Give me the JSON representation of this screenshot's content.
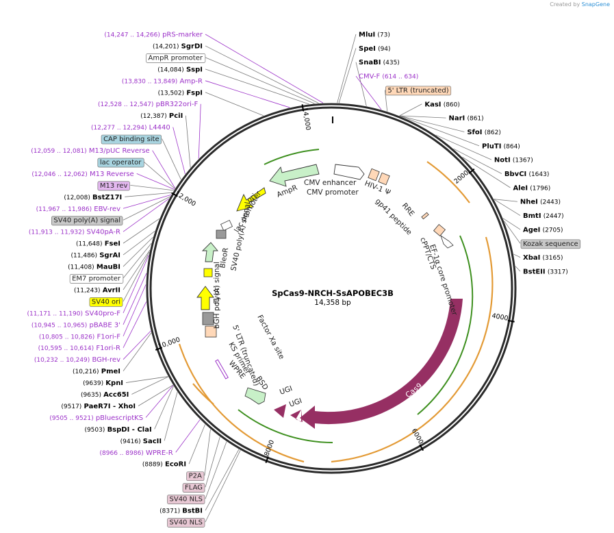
{
  "plasmid": {
    "name": "SpCas9-NRCH-SsAPOBEC3B",
    "length": "14,358 bp",
    "total": 14358
  },
  "brand": {
    "created_by": "Created by",
    "app": "SnapGene"
  },
  "colors": {
    "enzyme": "#000000",
    "primer": "#9b30c8",
    "backbone": "#2a2a2a",
    "cas9": "#962f63",
    "ugi": "#962f63",
    "ori": "#ffff00",
    "marker_green": "#c8f0c8",
    "promoter": "#ffffff",
    "feature_peach": "#ffd8b8",
    "orf_orange": "#e39a35",
    "orf_green": "#3d8f1e",
    "tag_pink": "#e8c8d4",
    "tag_blue": "#a8d4e0",
    "tag_purple": "#e4b8f0",
    "tag_gray": "#c8c8c8",
    "tag_yellow": "#ffff00"
  },
  "ticks": [
    {
      "pos": 2000,
      "label": "2000"
    },
    {
      "pos": 4000,
      "label": "4000"
    },
    {
      "pos": 6000,
      "label": "6000"
    },
    {
      "pos": 8000,
      "label": "8000"
    },
    {
      "pos": 10000,
      "label": "10,000"
    },
    {
      "pos": 12000,
      "label": "12,000"
    },
    {
      "pos": 14000,
      "label": "14,000"
    }
  ],
  "labels": [
    {
      "kind": "primer",
      "pos": 14256,
      "side": "L",
      "range": "(14,247 .. 14,266)",
      "name": "pRS-marker"
    },
    {
      "kind": "enzyme",
      "pos": 14201,
      "side": "L",
      "range": "(14,201)",
      "name": "SgrDI"
    },
    {
      "kind": "feature",
      "pos": 14150,
      "side": "L",
      "range": "",
      "name": "AmpR promoter",
      "style": "box-white"
    },
    {
      "kind": "enzyme",
      "pos": 14084,
      "side": "L",
      "range": "(14,084)",
      "name": "SspI"
    },
    {
      "kind": "primer",
      "pos": 13840,
      "side": "L",
      "range": "(13,830 .. 13,849)",
      "name": "Amp-R"
    },
    {
      "kind": "enzyme",
      "pos": 13502,
      "side": "L",
      "range": "(13,502)",
      "name": "FspI"
    },
    {
      "kind": "primer",
      "pos": 12537,
      "side": "L",
      "range": "(12,528 .. 12,547)",
      "name": "pBR322ori-F"
    },
    {
      "kind": "enzyme",
      "pos": 12387,
      "side": "L",
      "range": "(12,387)",
      "name": "PciI"
    },
    {
      "kind": "primer",
      "pos": 12285,
      "side": "L",
      "range": "(12,277 .. 12,294)",
      "name": "L4440"
    },
    {
      "kind": "feature",
      "pos": 12200,
      "side": "L",
      "range": "",
      "name": "CAP binding site",
      "style": "box-blue"
    },
    {
      "kind": "primer",
      "pos": 12070,
      "side": "L",
      "range": "(12,059 .. 12,081)",
      "name": "M13/pUC Reverse"
    },
    {
      "kind": "feature",
      "pos": 12065,
      "side": "L",
      "range": "",
      "name": "lac operator",
      "style": "box-blue"
    },
    {
      "kind": "primer",
      "pos": 12054,
      "side": "L",
      "range": "(12,046 .. 12,062)",
      "name": "M13 Reverse"
    },
    {
      "kind": "feature",
      "pos": 12040,
      "side": "L",
      "range": "",
      "name": "M13 rev",
      "style": "box-purple"
    },
    {
      "kind": "enzyme",
      "pos": 12008,
      "side": "L",
      "range": "(12,008)",
      "name": "BstZ17I"
    },
    {
      "kind": "primer",
      "pos": 11976,
      "side": "L",
      "range": "(11,967 .. 11,986)",
      "name": "EBV-rev"
    },
    {
      "kind": "feature",
      "pos": 11950,
      "side": "L",
      "range": "",
      "name": "SV40 poly(A) signal",
      "style": "box-gray"
    },
    {
      "kind": "primer",
      "pos": 11922,
      "side": "L",
      "range": "(11,913 .. 11,932)",
      "name": "SV40pA-R"
    },
    {
      "kind": "enzyme",
      "pos": 11648,
      "side": "L",
      "range": "(11,648)",
      "name": "FseI"
    },
    {
      "kind": "enzyme",
      "pos": 11486,
      "side": "L",
      "range": "(11,486)",
      "name": "SgrAI"
    },
    {
      "kind": "enzyme",
      "pos": 11408,
      "side": "L",
      "range": "(11,408)",
      "name": "MauBI"
    },
    {
      "kind": "feature",
      "pos": 11330,
      "side": "L",
      "range": "",
      "name": "EM7 promoter",
      "style": "box-white"
    },
    {
      "kind": "enzyme",
      "pos": 11243,
      "side": "L",
      "range": "(11,243)",
      "name": "AvrII"
    },
    {
      "kind": "feature",
      "pos": 11220,
      "side": "L",
      "range": "",
      "name": "SV40 ori",
      "style": "box-yellow"
    },
    {
      "kind": "primer",
      "pos": 11180,
      "side": "L",
      "range": "(11,171 .. 11,190)",
      "name": "SV40pro-F"
    },
    {
      "kind": "primer",
      "pos": 10955,
      "side": "L",
      "range": "(10,945 .. 10,965)",
      "name": "pBABE 3'"
    },
    {
      "kind": "primer",
      "pos": 10815,
      "side": "L",
      "range": "(10,805 .. 10,826)",
      "name": "F1ori-F"
    },
    {
      "kind": "primer",
      "pos": 10604,
      "side": "L",
      "range": "(10,595 .. 10,614)",
      "name": "F1ori-R"
    },
    {
      "kind": "primer",
      "pos": 10240,
      "side": "L",
      "range": "(10,232 .. 10,249)",
      "name": "BGH-rev"
    },
    {
      "kind": "enzyme",
      "pos": 10216,
      "side": "L",
      "range": "(10,216)",
      "name": "PmeI"
    },
    {
      "kind": "enzyme",
      "pos": 9639,
      "side": "L",
      "range": "(9639)",
      "name": "KpnI"
    },
    {
      "kind": "enzyme",
      "pos": 9635,
      "side": "L",
      "range": "(9635)",
      "name": "Acc65I"
    },
    {
      "kind": "primer",
      "pos": 9513,
      "side": "L",
      "range": "(9505 .. 9521)",
      "name": "pBluescriptKS"
    },
    {
      "kind": "enzyme",
      "pos": 9517,
      "side": "L",
      "range": "(9517)",
      "name": "PaeR7I",
      "name2": "- XhoI"
    },
    {
      "kind": "enzyme",
      "pos": 9503,
      "side": "L",
      "range": "(9503)",
      "name": "BspDI",
      "name2": "- ClaI"
    },
    {
      "kind": "enzyme",
      "pos": 9416,
      "side": "L",
      "range": "(9416)",
      "name": "SacII"
    },
    {
      "kind": "primer",
      "pos": 8976,
      "side": "L",
      "range": "(8966 .. 8986)",
      "name": "WPRE-R"
    },
    {
      "kind": "enzyme",
      "pos": 8889,
      "side": "L",
      "range": "(8889)",
      "name": "EcoRI"
    },
    {
      "kind": "feature",
      "pos": 8800,
      "side": "L",
      "range": "",
      "name": "P2A",
      "style": "box-pink"
    },
    {
      "kind": "feature",
      "pos": 8650,
      "side": "L",
      "range": "",
      "name": "FLAG",
      "style": "box-pink"
    },
    {
      "kind": "feature",
      "pos": 8550,
      "side": "L",
      "range": "",
      "name": "SV40 NLS",
      "style": "box-pink"
    },
    {
      "kind": "enzyme",
      "pos": 8371,
      "side": "L",
      "range": "(8371)",
      "name": "BstBI"
    },
    {
      "kind": "feature",
      "pos": 8350,
      "side": "L",
      "range": "",
      "name": "SV40 NLS",
      "style": "box-pink"
    },
    {
      "kind": "enzyme",
      "pos": 73,
      "side": "R",
      "range": "(73)",
      "name": "MluI"
    },
    {
      "kind": "enzyme",
      "pos": 94,
      "side": "R",
      "range": "(94)",
      "name": "SpeI"
    },
    {
      "kind": "enzyme",
      "pos": 435,
      "side": "R",
      "range": "(435)",
      "name": "SnaBI"
    },
    {
      "kind": "primer",
      "pos": 624,
      "side": "R",
      "range": "(614 .. 634)",
      "name": "CMV-F"
    },
    {
      "kind": "feature",
      "pos": 700,
      "side": "R",
      "range": "",
      "name": "5' LTR (truncated)",
      "style": "box-peach"
    },
    {
      "kind": "enzyme",
      "pos": 860,
      "side": "R",
      "range": "(860)",
      "name": "KasI"
    },
    {
      "kind": "enzyme",
      "pos": 861,
      "side": "R",
      "range": "(861)",
      "name": "NarI"
    },
    {
      "kind": "enzyme",
      "pos": 862,
      "side": "R",
      "range": "(862)",
      "name": "SfoI"
    },
    {
      "kind": "enzyme",
      "pos": 864,
      "side": "R",
      "range": "(864)",
      "name": "PluTI"
    },
    {
      "kind": "enzyme",
      "pos": 1367,
      "side": "R",
      "range": "(1367)",
      "name": "NotI"
    },
    {
      "kind": "enzyme",
      "pos": 1643,
      "side": "R",
      "range": "(1643)",
      "name": "BbvCI"
    },
    {
      "kind": "enzyme",
      "pos": 1796,
      "side": "R",
      "range": "(1796)",
      "name": "AleI"
    },
    {
      "kind": "enzyme",
      "pos": 2443,
      "side": "R",
      "range": "(2443)",
      "name": "NheI"
    },
    {
      "kind": "enzyme",
      "pos": 2447,
      "side": "R",
      "range": "(2447)",
      "name": "BmtI"
    },
    {
      "kind": "enzyme",
      "pos": 2705,
      "side": "R",
      "range": "(2705)",
      "name": "AgeI"
    },
    {
      "kind": "feature",
      "pos": 2740,
      "side": "R",
      "range": "",
      "name": "Kozak sequence",
      "style": "box-gray"
    },
    {
      "kind": "enzyme",
      "pos": 3165,
      "side": "R",
      "range": "(3165)",
      "name": "XbaI"
    },
    {
      "kind": "enzyme",
      "pos": 3317,
      "side": "R",
      "range": "(3317)",
      "name": "BstEII"
    }
  ],
  "inner_labels": [
    {
      "text": "CMV enhancer",
      "key": "cmv_enhancer"
    },
    {
      "text": "CMV promoter",
      "key": "cmv_promoter"
    },
    {
      "text": "HIV-1 Ψ",
      "key": "hiv1_psi"
    },
    {
      "text": "RRE",
      "key": "rre"
    },
    {
      "text": "gp41 peptide",
      "key": "gp41"
    },
    {
      "text": "cPPT/CTS",
      "key": "cppt"
    },
    {
      "text": "EF-1α core promoter",
      "key": "ef1a"
    },
    {
      "text": "Cas9",
      "key": "cas9"
    },
    {
      "text": "UGI",
      "key": "ugi1"
    },
    {
      "text": "UGI",
      "key": "ugi2"
    },
    {
      "text": "BSD",
      "key": "bsd"
    },
    {
      "text": "WPRE",
      "key": "wpre"
    },
    {
      "text": "KS primer",
      "key": "ks"
    },
    {
      "text": "5' LTR (truncated)",
      "key": "ltr2"
    },
    {
      "text": "Factor Xa site",
      "key": "fxa"
    },
    {
      "text": "bGH poly(A) signal",
      "key": "bgh"
    },
    {
      "text": "f1 ori",
      "key": "f1ori"
    },
    {
      "text": "BleoR",
      "key": "bleor"
    },
    {
      "text": "SV40 poly(A) signal",
      "key": "sv40pa"
    },
    {
      "text": "lac promoter",
      "key": "lacp"
    },
    {
      "text": "ori",
      "key": "ori"
    },
    {
      "text": "AmpR",
      "key": "ampr"
    }
  ]
}
